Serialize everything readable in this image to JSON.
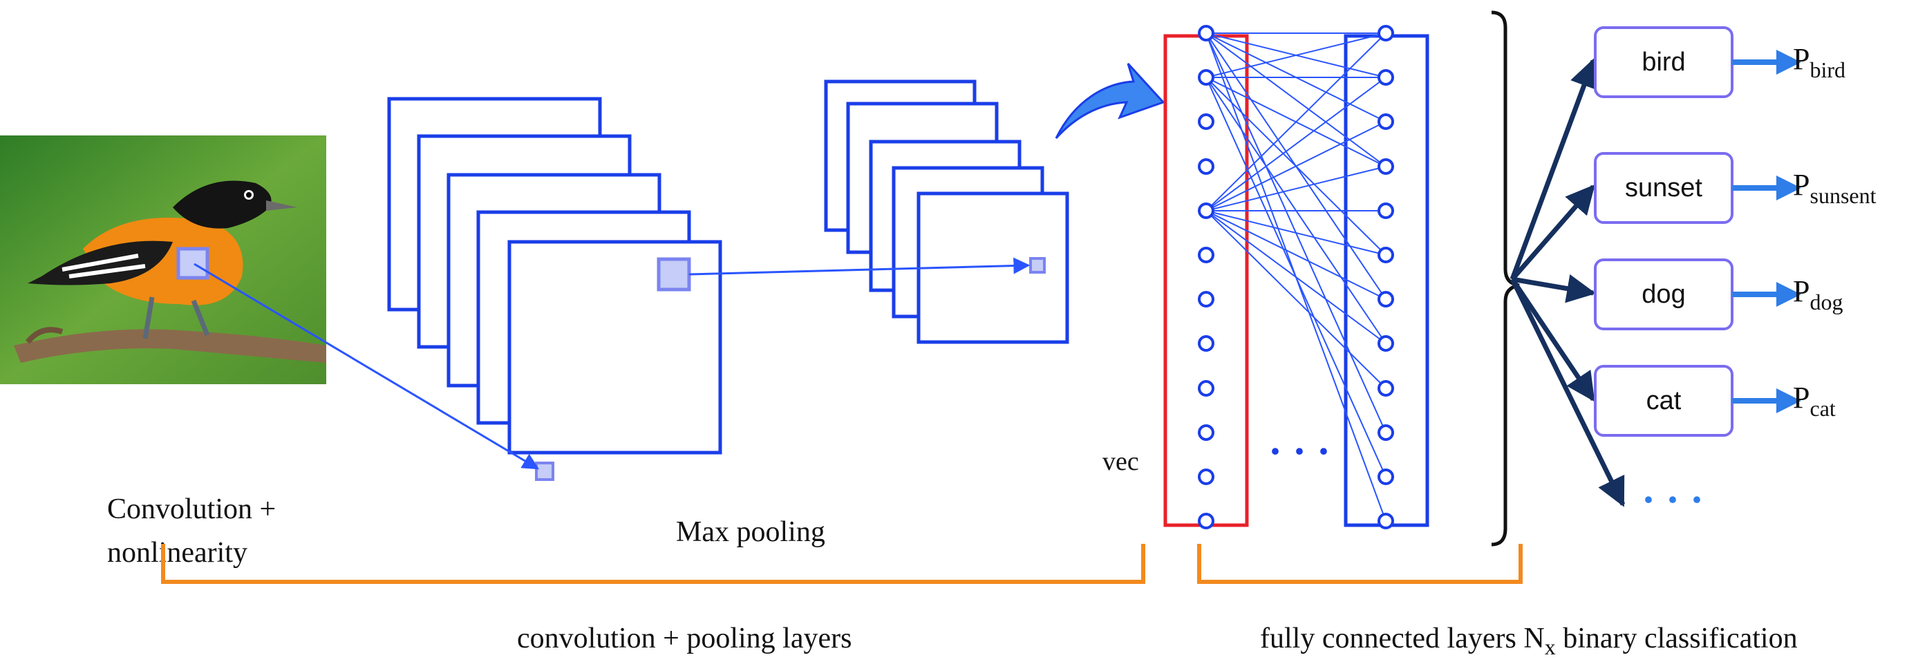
{
  "labels": {
    "convolution": "Convolution +",
    "nonlinearity": "nonlinearity",
    "max_pooling": "Max pooling",
    "vec": "vec",
    "conv_pool_layers": "convolution + pooling layers",
    "fc_prefix": "fully connected layers N",
    "fc_sub": "x",
    "fc_suffix": " binary classification",
    "fc_dots": "· · ·",
    "class_dots": "· · ·"
  },
  "classes": [
    {
      "label": "bird",
      "prob_main": "P",
      "prob_sub": "bird"
    },
    {
      "label": "sunset",
      "prob_main": "P",
      "prob_sub": "sunsent"
    },
    {
      "label": "dog",
      "prob_main": "P",
      "prob_sub": "dog"
    },
    {
      "label": "cat",
      "prob_main": "P",
      "prob_sub": "cat"
    }
  ],
  "colors": {
    "layer_blue": "#1a3ee8",
    "connection_blue": "#2a55ff",
    "vector_red": "#e8212a",
    "bracket_orange": "#f28a1e",
    "class_border": "#7b6cf0",
    "arrow_navy": "#15305e",
    "prob_arrow": "#2f7de8",
    "curved_arrow": "#3b86f0"
  },
  "icons": {
    "photo": "bird-photo",
    "curved_arrow": "curved-arrow-icon"
  }
}
